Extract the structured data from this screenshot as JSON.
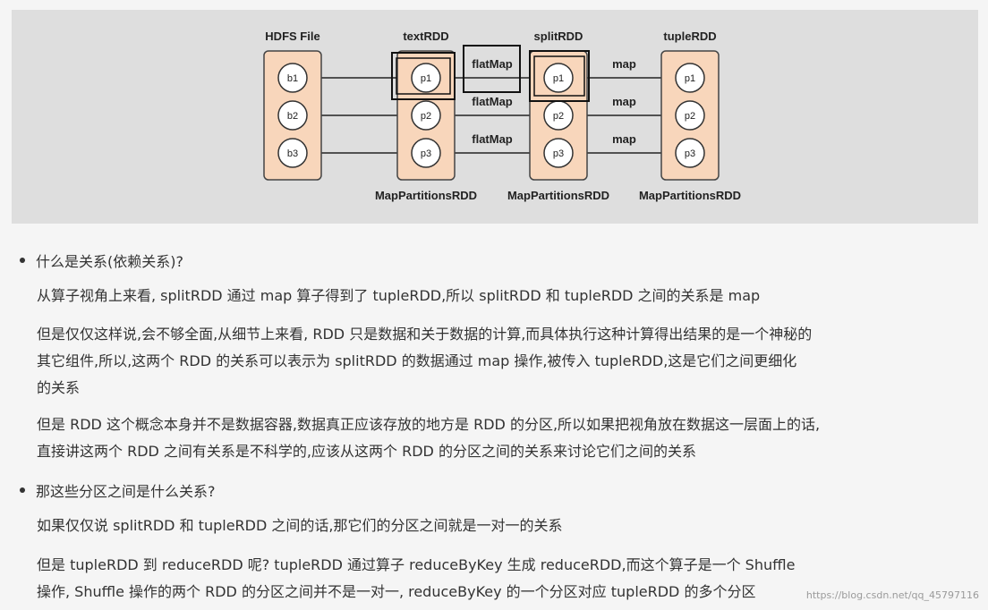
{
  "diagram": {
    "columns": [
      {
        "header": "HDFS File",
        "footer": "",
        "nodes": [
          "b1",
          "b2",
          "b3"
        ]
      },
      {
        "header": "textRDD",
        "footer": "MapPartitionsRDD",
        "nodes": [
          "p1",
          "p2",
          "p3"
        ]
      },
      {
        "header": "splitRDD",
        "footer": "MapPartitionsRDD",
        "nodes": [
          "p1",
          "p2",
          "p3"
        ]
      },
      {
        "header": "tupleRDD",
        "footer": "MapPartitionsRDD",
        "nodes": [
          "p1",
          "p2",
          "p3"
        ]
      }
    ],
    "edge_labels_text_to_split": [
      "flatMap",
      "flatMap",
      "flatMap"
    ],
    "edge_labels_split_to_tuple": [
      "map",
      "map",
      "map"
    ]
  },
  "sections": [
    {
      "bullet": "什么是关系(依赖关系)?",
      "paragraphs": [
        "从算子视角上来看, splitRDD 通过 map 算子得到了 tupleRDD,所以 splitRDD 和 tupleRDD 之间的关系是 map",
        "但是仅仅这样说,会不够全面,从细节上来看, RDD 只是数据和关于数据的计算,而具体执行这种计算得出结果的是一个神秘的\n其它组件,所以,这两个 RDD 的关系可以表示为 splitRDD 的数据通过 map 操作,被传入 tupleRDD,这是它们之间更细化\n的关系",
        "但是 RDD 这个概念本身并不是数据容器,数据真正应该存放的地方是 RDD 的分区,所以如果把视角放在数据这一层面上的话,\n直接讲这两个 RDD 之间有关系是不科学的,应该从这两个 RDD 的分区之间的关系来讨论它们之间的关系"
      ]
    },
    {
      "bullet": "那这些分区之间是什么关系?",
      "paragraphs": [
        "如果仅仅说 splitRDD 和 tupleRDD 之间的话,那它们的分区之间就是一对一的关系",
        "但是 tupleRDD 到 reduceRDD 呢? tupleRDD 通过算子 reduceByKey 生成 reduceRDD,而这个算子是一个 Shuffle\n操作, Shuffle 操作的两个 RDD 的分区之间并不是一对一, reduceByKey 的一个分区对应 tupleRDD 的多个分区"
      ]
    }
  ],
  "watermark": "https://blog.csdn.net/qq_45797116"
}
